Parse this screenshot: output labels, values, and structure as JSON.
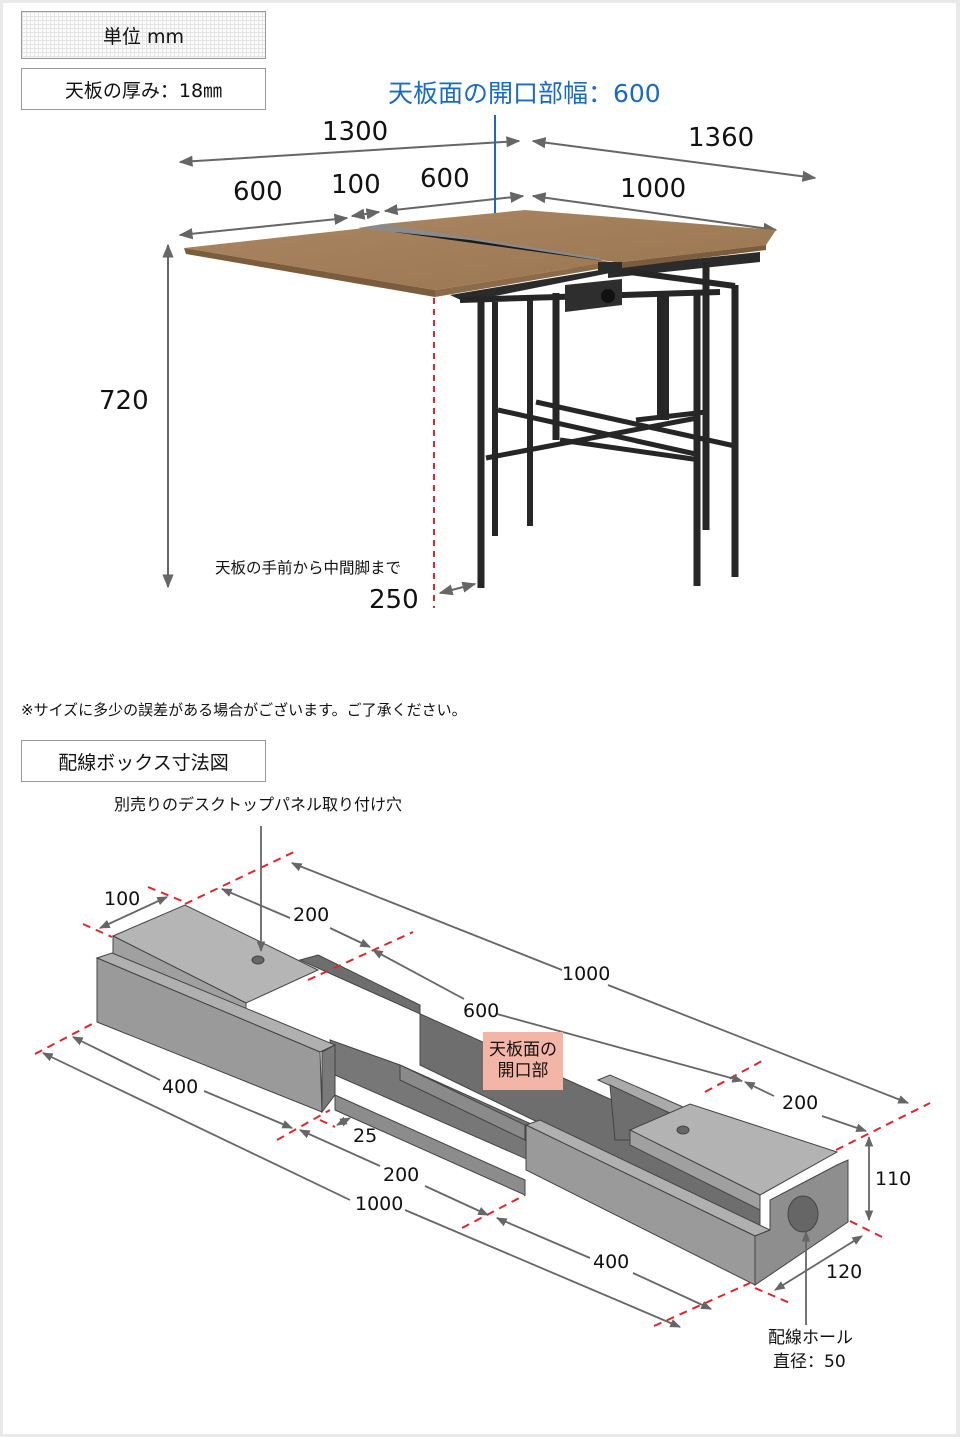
{
  "header": {
    "unit_label": "単位 mm",
    "thickness_label": "天板の厚み：18㎜"
  },
  "desk_diagram": {
    "opening_title": "天板面の開口部幅：600",
    "dimensions": {
      "total_width": "1300",
      "total_depth": "1360",
      "left_top_width": "600",
      "gap_width": "100",
      "right_top_width": "600",
      "top_depth": "1000",
      "height": "720",
      "leg_offset": "250"
    },
    "leg_offset_caption": "天板の手前から中間脚まで",
    "colors": {
      "wood": "#a5805a",
      "frame": "#2a2a2a",
      "dimension_line": "#666666",
      "guide_red": "#e0262b",
      "accent_blue": "#1a6ac4"
    }
  },
  "disclaimer": "※サイズに多少の誤差がある場合がございます。ご了承ください。",
  "box_diagram": {
    "section_title": "配線ボックス寸法図",
    "panel_hole_caption": "別売りのデスクトップパネル取り付け穴",
    "opening_tag_line1": "天板面の",
    "opening_tag_line2": "開口部",
    "hole_caption_line1": "配線ホール",
    "hole_caption_line2": "直径：50",
    "dimensions": {
      "end_cap_depth": "100",
      "end_cap_length": "200",
      "total_length_top": "1000",
      "opening_length": "600",
      "right_cap_length": "200",
      "height": "110",
      "width": "120",
      "left_section": "400",
      "step": "25",
      "middle_section": "200",
      "total_length_bottom": "1000",
      "right_section": "400"
    },
    "colors": {
      "box_light": "#b2b2b2",
      "box_mid": "#9a9a9a",
      "box_dark": "#6e6e6e",
      "tag_bg": "#f2b5a8"
    }
  }
}
